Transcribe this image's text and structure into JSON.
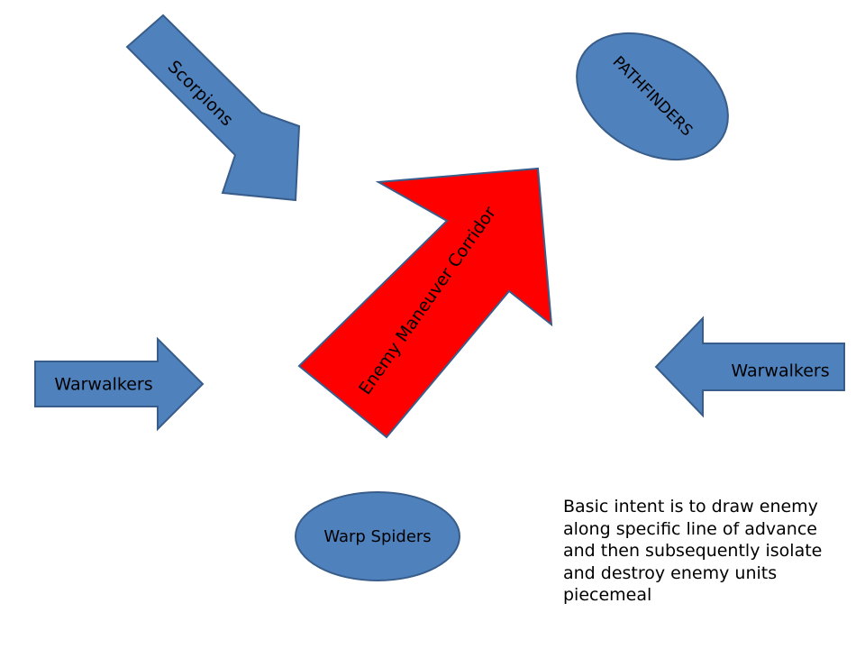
{
  "colors": {
    "unit_fill": "#4f81bd",
    "unit_stroke": "#385d8a",
    "enemy_fill": "#ff0000",
    "enemy_stroke": "#385d8a",
    "text": "#000000"
  },
  "diagram": {
    "nodes": [
      {
        "id": "scorpions",
        "shape": "arrow",
        "label": "Scorpions"
      },
      {
        "id": "pathfinders",
        "shape": "ellipse",
        "label": "PATHFINDERS"
      },
      {
        "id": "warwalkers_left",
        "shape": "arrow",
        "label": "Warwalkers"
      },
      {
        "id": "warwalkers_right",
        "shape": "arrow",
        "label": "Warwalkers"
      },
      {
        "id": "enemy_corridor",
        "shape": "arrow",
        "label": "Enemy Maneuver Corridor"
      },
      {
        "id": "warp_spiders",
        "shape": "ellipse",
        "label": "Warp Spiders"
      }
    ],
    "note": {
      "lines": [
        "Basic intent is to draw enemy",
        "along specific line of advance",
        "and then subsequently isolate",
        "and destroy enemy units",
        "piecemeal"
      ]
    }
  }
}
